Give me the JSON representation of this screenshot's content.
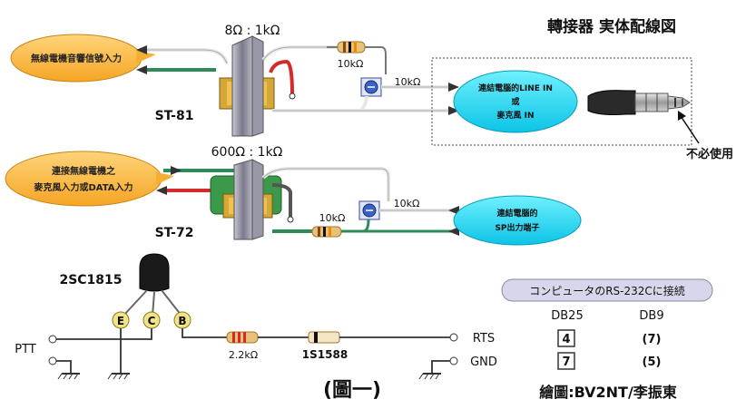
{
  "title": "轉接器 実体配線図",
  "figure_caption": "(圖一)",
  "credit": "繪圖:BV2NT/李振東",
  "not_needed": "不必使用",
  "st81": {
    "ratio": "8Ω : 1kΩ",
    "name": "ST-81",
    "input_bubble": "無線電機音響信號入力",
    "resistor_top": "10kΩ",
    "pot": "10kΩ",
    "out_bubble_l1": "連結電腦的LINE IN",
    "out_bubble_l2": "或",
    "out_bubble_l3": "麥克風 IN"
  },
  "st72": {
    "ratio": "600Ω : 1kΩ",
    "name": "ST-72",
    "in_bubble_l1": "連接無線電機之",
    "in_bubble_l2": "麥克風入力或DATA入力",
    "resistor": "10kΩ",
    "pot": "10kΩ",
    "out_bubble_l1": "連結電腦的",
    "out_bubble_l2": "SP出力端子"
  },
  "ptt": {
    "transistor": "2SC1815",
    "pin_e": "E",
    "pin_c": "C",
    "pin_b": "B",
    "resistor": "2.2kΩ",
    "diode": "1S1588",
    "ptt_label": "PTT",
    "rts_label": "RTS",
    "gnd_label": "GND"
  },
  "serial": {
    "header": "コンピュータのRS-232Cに接続",
    "col_db25": "DB25",
    "col_db9": "DB9",
    "rts_db25": "4",
    "rts_db9": "(7)",
    "gnd_db25": "7",
    "gnd_db9": "(5)"
  },
  "colors": {
    "bubble_orange": "#f7b23a",
    "bubble_cyan": "#1fd6ef",
    "wire_green": "#2e8b57",
    "wire_red": "#d42a2a",
    "transformer_st72": "#3a9a4a"
  }
}
